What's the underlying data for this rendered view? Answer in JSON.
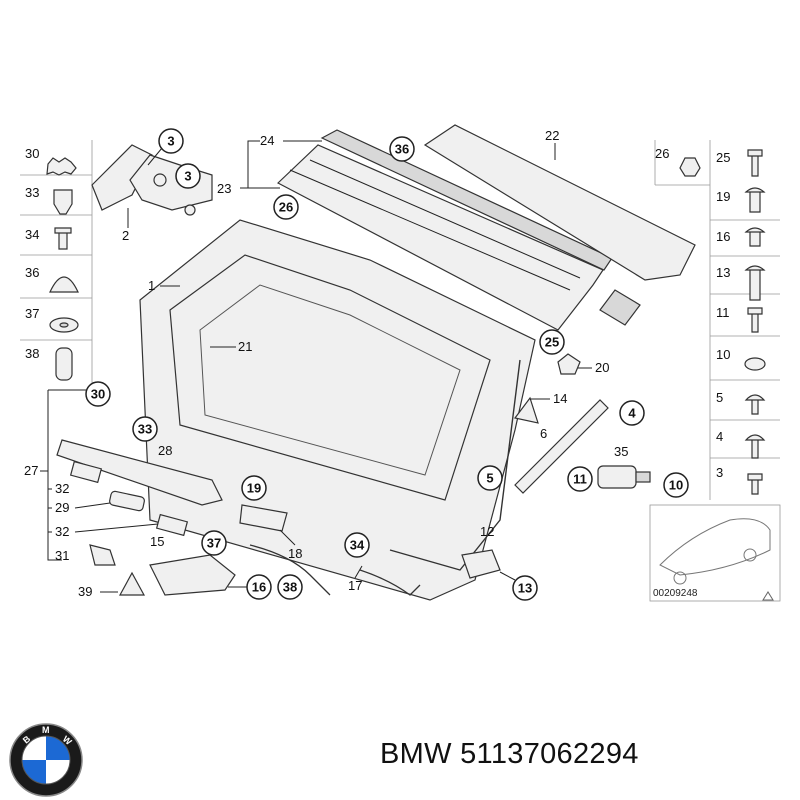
{
  "diagram": {
    "callouts": {
      "c1": "1",
      "c2": "2",
      "c3a": "3",
      "c3b": "3",
      "c3c": "3",
      "c4a": "4",
      "c4b": "4",
      "c5a": "5",
      "c5b": "5",
      "c6": "6",
      "c10a": "10",
      "c10b": "10",
      "c11a": "11",
      "c11b": "11",
      "c12": "12",
      "c13a": "13",
      "c13b": "13",
      "c14": "14",
      "c15": "15",
      "c16a": "16",
      "c16b": "16",
      "c17": "17",
      "c18": "18",
      "c19a": "19",
      "c19b": "19",
      "c20": "20",
      "c21": "21",
      "c22": "22",
      "c23": "23",
      "c24": "24",
      "c25a": "25",
      "c25b": "25",
      "c26a": "26",
      "c26b": "26",
      "c27": "27",
      "c28": "28",
      "c29": "29",
      "c30a": "30",
      "c30b": "30",
      "c31": "31",
      "c32a": "32",
      "c32b": "32",
      "c33a": "33",
      "c33b": "33",
      "c34a": "34",
      "c34b": "34",
      "c35": "35",
      "c36a": "36",
      "c36b": "36",
      "c37a": "37",
      "c37b": "37",
      "c38a": "38",
      "c38b": "38",
      "c39": "39"
    },
    "diagram_code": "00209248"
  },
  "caption": "BMW 51137062294",
  "logo": {
    "name": "bmw-logo",
    "colors": {
      "blue": "#1c69d4",
      "ring": "#1a1a1a",
      "white": "#ffffff"
    }
  }
}
